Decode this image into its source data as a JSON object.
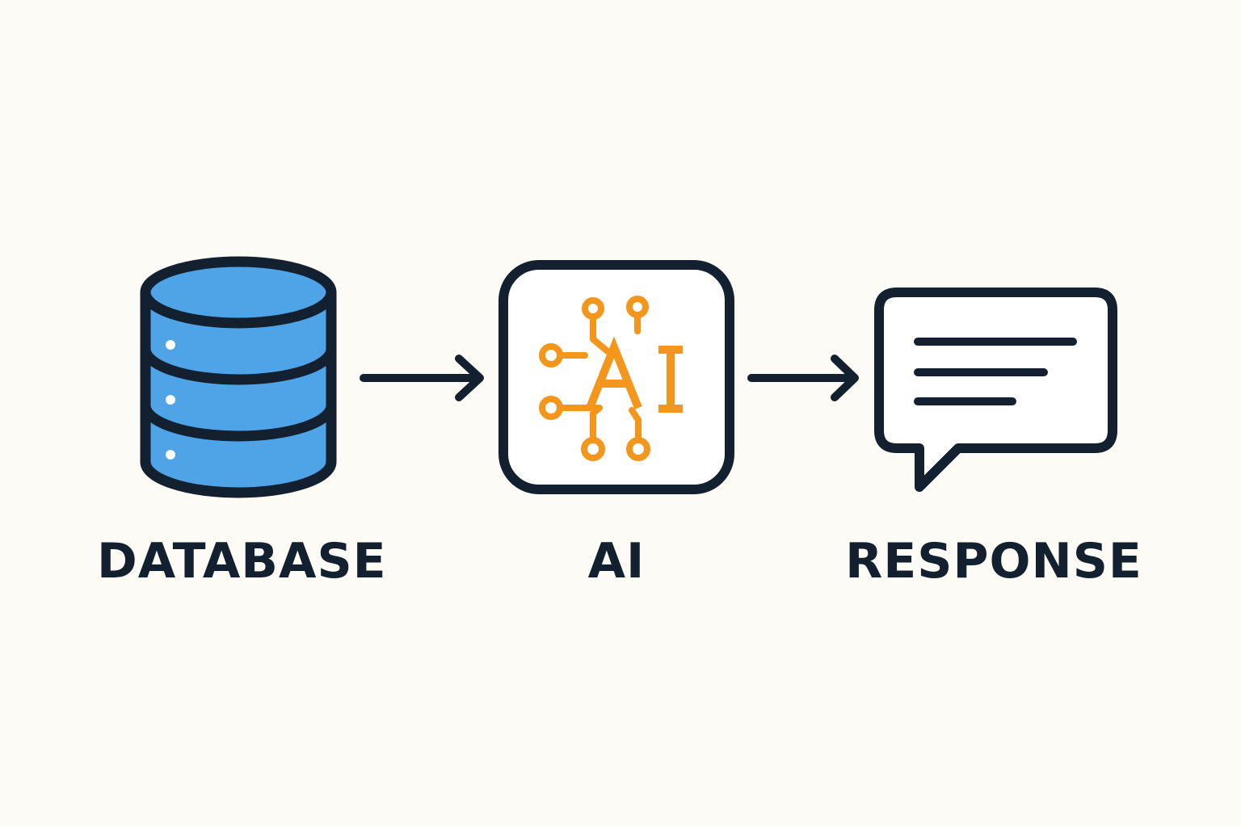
{
  "nodes": [
    {
      "id": "database",
      "label": "DATABASE",
      "icon": "database-icon"
    },
    {
      "id": "ai",
      "label": "AI",
      "icon": "ai-chip-icon",
      "icon_text": "AI"
    },
    {
      "id": "response",
      "label": "RESPONSE",
      "icon": "chat-bubble-icon"
    }
  ],
  "edges": [
    {
      "from": "database",
      "to": "ai",
      "icon": "arrow-right-icon"
    },
    {
      "from": "ai",
      "to": "response",
      "icon": "arrow-right-icon"
    }
  ],
  "colors": {
    "background": "#fdfbf5",
    "outline": "#13202f",
    "database_fill": "#4ea4e6",
    "ai_accent": "#f4951c"
  }
}
